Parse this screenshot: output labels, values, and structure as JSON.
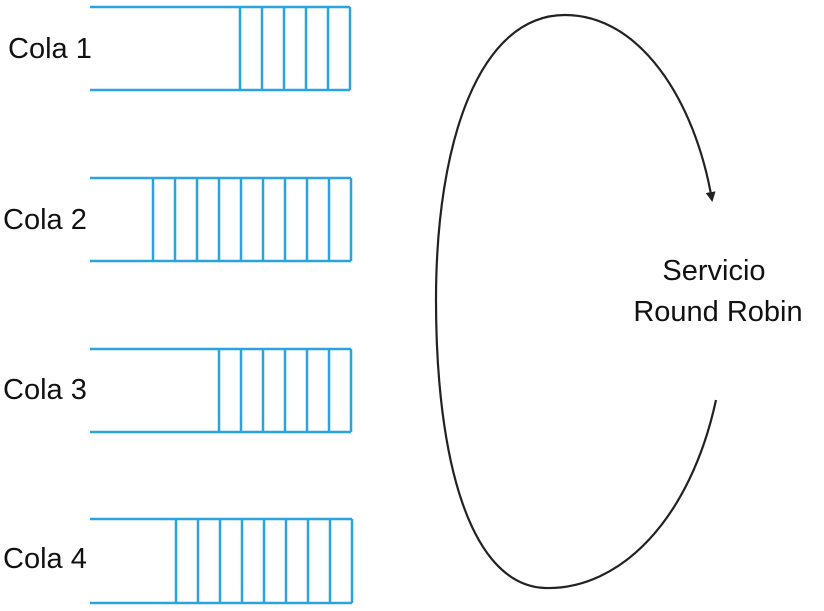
{
  "queues": [
    {
      "label": "Cola 1",
      "slots": 5
    },
    {
      "label": "Cola 2",
      "slots": 9
    },
    {
      "label": "Cola 3",
      "slots": 6
    },
    {
      "label": "Cola 4",
      "slots": 8
    }
  ],
  "service": {
    "line1": "Servicio",
    "line2": "Round Robin"
  },
  "colors": {
    "queue": "#2aa4df",
    "arrow": "#222222"
  }
}
